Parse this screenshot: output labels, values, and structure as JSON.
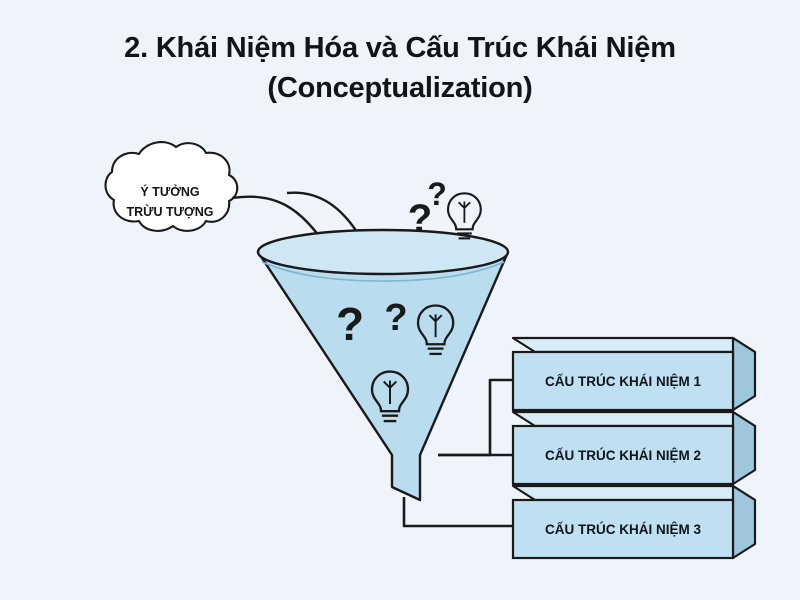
{
  "title": {
    "line1": "2. Khái Niệm Hóa và Cấu Trúc Khái Niệm",
    "line2": "(Conceptualization)"
  },
  "cloud": {
    "line1": "Ý TƯỞNG",
    "line2": "TRỪU TƯỢNG"
  },
  "boxes": [
    {
      "label": "CẤU TRÚC KHÁI NIỆM 1"
    },
    {
      "label": "CẤU TRÚC KHÁI NIỆM 2"
    },
    {
      "label": "CẤU TRÚC KHÁI NIỆM 3"
    }
  ],
  "icons": {
    "question_marks": [
      "?",
      "?",
      "?",
      "?"
    ],
    "bulbs": [
      "bulb-icon",
      "bulb-icon",
      "bulb-icon"
    ]
  },
  "colors": {
    "background": "#eef4fa",
    "funnel_fill": "#b9dcef",
    "funnel_stroke": "#1a1a1a",
    "box_face": "#bfe0f2",
    "box_top": "#d8ecf8",
    "box_side": "#9ec7de",
    "text": "#111418"
  }
}
